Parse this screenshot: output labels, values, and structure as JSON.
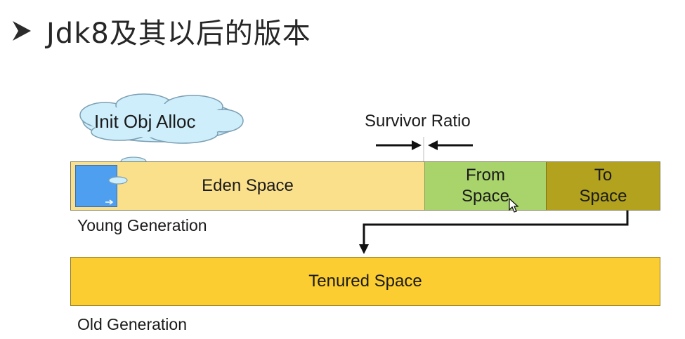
{
  "title": {
    "text": "Jdk8及其以后的版本"
  },
  "diagram": {
    "cloud_label": "Init Obj Alloc",
    "survivor_ratio_label": "Survivor Ratio",
    "eden_label": "Eden Space",
    "from_label_line1": "From",
    "from_label_line2": "Space",
    "to_label_line1": "To",
    "to_label_line2": "Space",
    "young_generation_label": "Young Generation",
    "tenured_label": "Tenured Space",
    "old_generation_label": "Old Generation"
  },
  "colors": {
    "eden": "#fbe08c",
    "from_space": "#a9d36b",
    "to_space": "#b2a21e",
    "tenured": "#fbcd30",
    "object_box": "#4f9ff0",
    "cloud": "#cdeefa"
  }
}
